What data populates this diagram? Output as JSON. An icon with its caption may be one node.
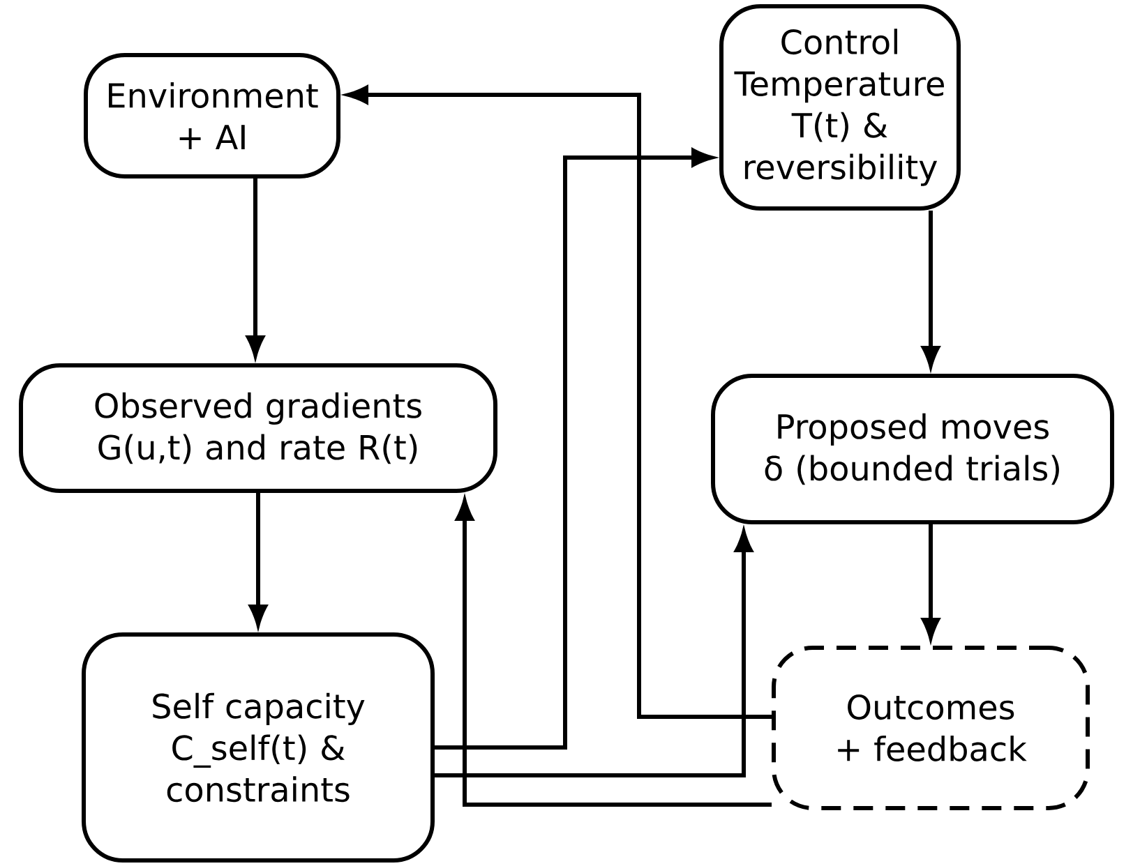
{
  "diagram": {
    "nodes": [
      {
        "text": [
          "Environment + AI"
        ]
      },
      {
        "text": [
          "Control Temperature T(t) & reversibility"
        ]
      },
      {
        "text": [
          "Observed gradients G(u,t) and rate R(t)"
        ]
      },
      {
        "text": [
          "Proposed moves δ (bounded trials)"
        ]
      },
      {
        "text": [
          "Self capacity C_self(t) & constraints"
        ]
      },
      {
        "text": [
          "Outcomes + feedback"
        ]
      }
    ],
    "edges": [
      {
        "from": 0,
        "to": 2,
        "arrow": "to"
      },
      {
        "from": 2,
        "to": 4,
        "arrow": "to"
      },
      {
        "from": 1,
        "to": 3,
        "arrow": "to"
      },
      {
        "from": 3,
        "to": 5,
        "arrow": "to"
      },
      {
        "from": 5,
        "to": 0,
        "arrow": "to"
      },
      {
        "from": 4,
        "to": 1,
        "arrow": "to"
      },
      {
        "from": 4,
        "to": 3,
        "arrow": "to"
      },
      {
        "from": 5,
        "to": 2,
        "arrow": "to"
      }
    ]
  }
}
